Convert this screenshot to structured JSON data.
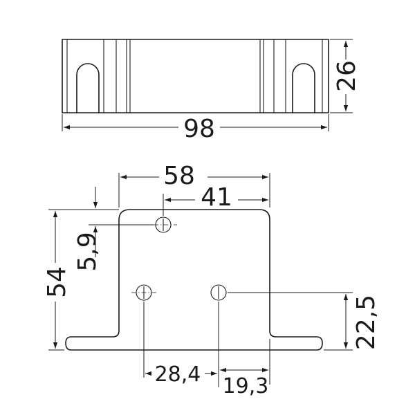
{
  "dimensions": {
    "top_length": "98",
    "top_height": "26",
    "front_width": "58",
    "hole_offset": "41",
    "hole_top": "5,9",
    "front_height": "54",
    "hole_height": "22,5",
    "hole_spacing": "28,4",
    "edge_offset": "19,3"
  }
}
